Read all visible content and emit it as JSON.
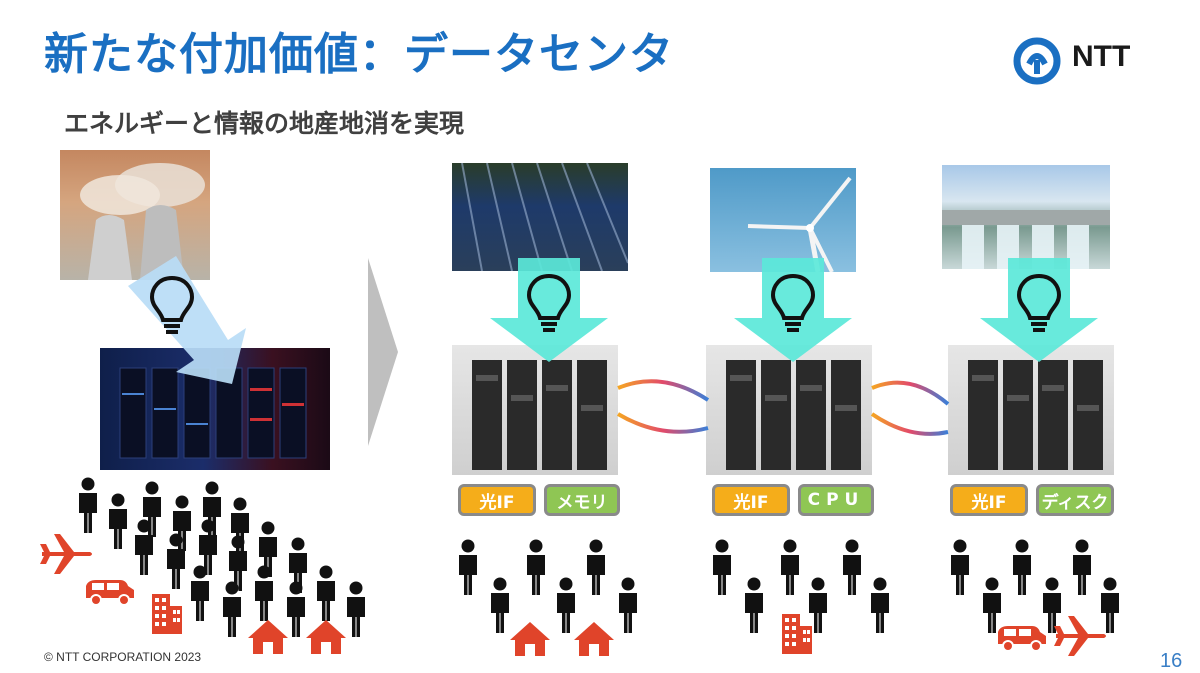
{
  "slide": {
    "title": "新たな付加価値：データセンタ",
    "subtitle": "エネルギーと情報の地産地消を実現",
    "logo_text": "NTT",
    "footer": "© NTT CORPORATION 2023",
    "page_number": "16"
  },
  "sites": [
    {
      "capabilities": [
        {
          "label": "光IF",
          "color": "#f5ad1a"
        },
        {
          "label": "メモリ",
          "color": "#8fc654"
        }
      ]
    },
    {
      "capabilities": [
        {
          "label": "光IF",
          "color": "#f5ad1a"
        },
        {
          "label": "CPU",
          "color": "#8fc654"
        }
      ]
    },
    {
      "capabilities": [
        {
          "label": "光IF",
          "color": "#f5ad1a"
        },
        {
          "label": "ディスク",
          "color": "#8fc654"
        }
      ]
    }
  ],
  "colors": {
    "title": "#1a6fc2",
    "arrow_left": "#b9dcf6",
    "arrow_right": "#5be8d9",
    "icon_red": "#e0442a",
    "person": "#111111"
  }
}
